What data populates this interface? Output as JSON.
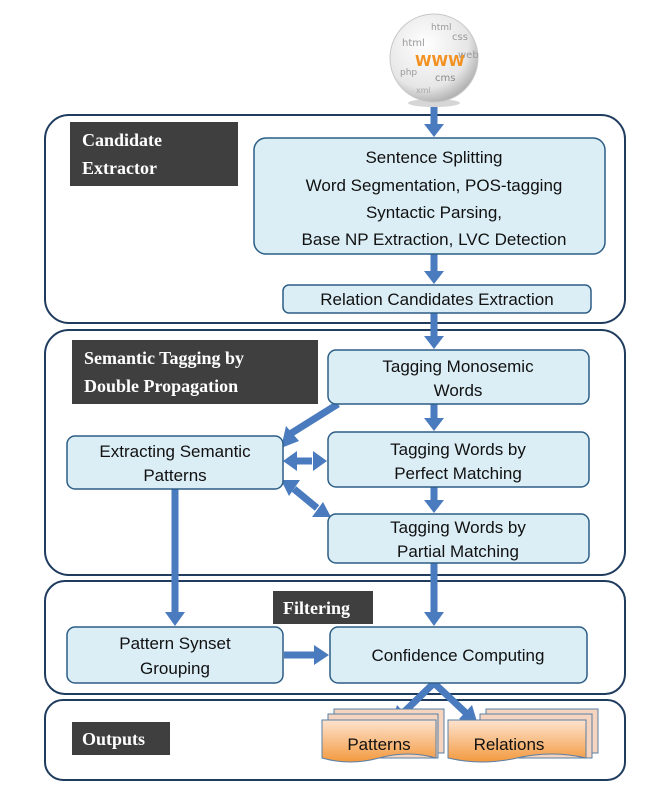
{
  "web_icon": {
    "center_label": "WWW",
    "words": [
      "html",
      "css",
      "php",
      "web",
      "cms",
      "xml",
      "html"
    ]
  },
  "sections": {
    "candidate_extractor": {
      "title_line1": "Candidate",
      "title_line2": "Extractor"
    },
    "semantic_tagging": {
      "title_line1": "Semantic Tagging by",
      "title_line2": "Double Propagation"
    },
    "filtering": {
      "title": "Filtering"
    },
    "outputs": {
      "title": "Outputs"
    }
  },
  "nodes": {
    "preprocessing": {
      "line1": "Sentence Splitting",
      "line2": "Word Segmentation, POS-tagging",
      "line3": "Syntactic Parsing,",
      "line4": "Base NP Extraction, LVC Detection"
    },
    "relation_candidates": {
      "label": "Relation Candidates Extraction"
    },
    "tagging_monosemic": {
      "line1": "Tagging Monosemic",
      "line2": "Words"
    },
    "extracting_patterns": {
      "line1": "Extracting Semantic",
      "line2": "Patterns"
    },
    "tagging_perfect": {
      "line1": "Tagging Words by",
      "line2": "Perfect Matching"
    },
    "tagging_partial": {
      "line1": "Tagging Words by",
      "line2": "Partial Matching"
    },
    "pattern_synset": {
      "line1": "Pattern Synset",
      "line2": "Grouping"
    },
    "confidence": {
      "label": "Confidence Computing"
    }
  },
  "outputs": {
    "patterns": "Patterns",
    "relations": "Relations"
  },
  "colors": {
    "node_fill": "#dbeef6",
    "arrow": "#4a7bbf",
    "header": "#3f3f3f",
    "doc_gradient_top": "#fde3cf",
    "doc_gradient_bottom": "#f39a3f"
  }
}
